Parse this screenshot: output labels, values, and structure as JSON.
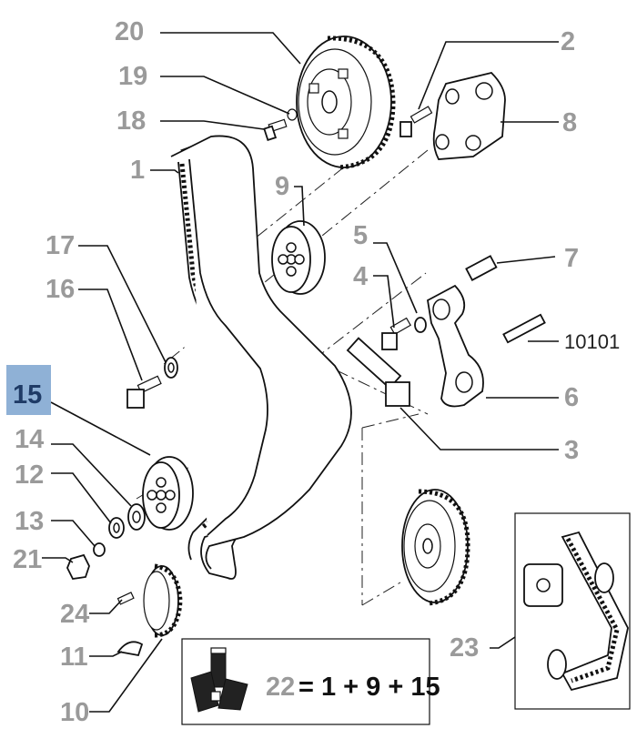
{
  "labels": {
    "p20": "20",
    "p19": "19",
    "p18": "18",
    "p1": "1",
    "p9": "9",
    "p17": "17",
    "p16": "16",
    "p15": "15",
    "p14": "14",
    "p12": "12",
    "p13": "13",
    "p21": "21",
    "p24": "24",
    "p11": "11",
    "p10": "10",
    "p2": "2",
    "p8": "8",
    "p5": "5",
    "p7": "7",
    "p4": "4",
    "p10101": "10101",
    "p6": "6",
    "p3": "3",
    "p23": "23",
    "p22": "22"
  },
  "formula": "= 1 + 9 + 15",
  "highlighted_part": "15",
  "colors": {
    "highlight": "#8fb1d6",
    "label_gray": "#9a9a9a",
    "line": "#111111"
  }
}
